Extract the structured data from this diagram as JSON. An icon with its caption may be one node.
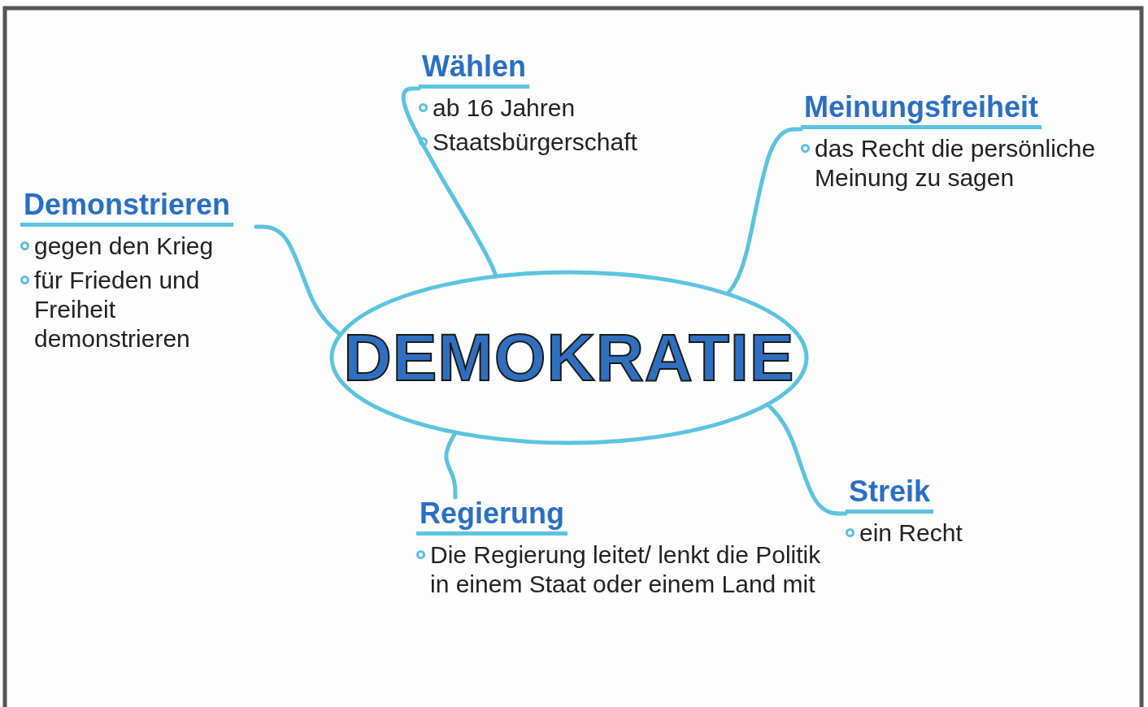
{
  "diagram": {
    "nodes": [
      {
        "text": [
          "DEMOKRATIE"
        ]
      },
      {
        "text": [
          "Wählen",
          "ab 16 Jahren",
          "Staatsbürgerschaft"
        ]
      },
      {
        "text": [
          "Meinungsfreiheit",
          "das Recht die persönliche Meinung zu sagen"
        ]
      },
      {
        "text": [
          "Demonstrieren",
          "gegen den Krieg",
          "für Frieden und Freiheit demonstrieren"
        ]
      },
      {
        "text": [
          "Regierung",
          "Die Regierung leitet/ lenkt die Politik in einem Staat oder einem Land mit"
        ]
      },
      {
        "text": [
          "Streik",
          "ein Recht"
        ]
      }
    ],
    "edges": [
      {
        "from": 0,
        "to": 1,
        "arrow": "none"
      },
      {
        "from": 0,
        "to": 2,
        "arrow": "none"
      },
      {
        "from": 0,
        "to": 3,
        "arrow": "none"
      },
      {
        "from": 0,
        "to": 4,
        "arrow": "none"
      },
      {
        "from": 0,
        "to": 5,
        "arrow": "none"
      }
    ]
  }
}
